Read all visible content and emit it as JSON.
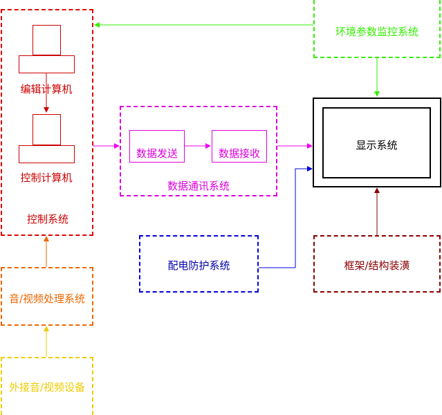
{
  "nodes": {
    "control_system": {
      "label": "控制系统",
      "color": "#e00000"
    },
    "edit_computer": {
      "label": "编辑计算机",
      "color": "#cc0000"
    },
    "control_computer": {
      "label": "控制计算机",
      "color": "#cc0000"
    },
    "env_monitor": {
      "label": "环境参数监控系统",
      "color": "#33ee00"
    },
    "data_comm": {
      "label": "数据通讯系统",
      "color": "#dd00dd"
    },
    "data_send": {
      "label": "数据发送",
      "color": "#dd00dd"
    },
    "data_receive": {
      "label": "数据接收",
      "color": "#dd00dd"
    },
    "display": {
      "label": "显示系统",
      "color": "#000000"
    },
    "power_protection": {
      "label": "配电防护系统",
      "color": "#0000dd"
    },
    "frame": {
      "label": "框架/结构装潢",
      "color": "#880000"
    },
    "av_processing": {
      "label": "音/视频处理系统",
      "color": "#ee6600"
    },
    "av_external": {
      "label": "外接音/视频设备",
      "color": "#eecc00"
    }
  }
}
